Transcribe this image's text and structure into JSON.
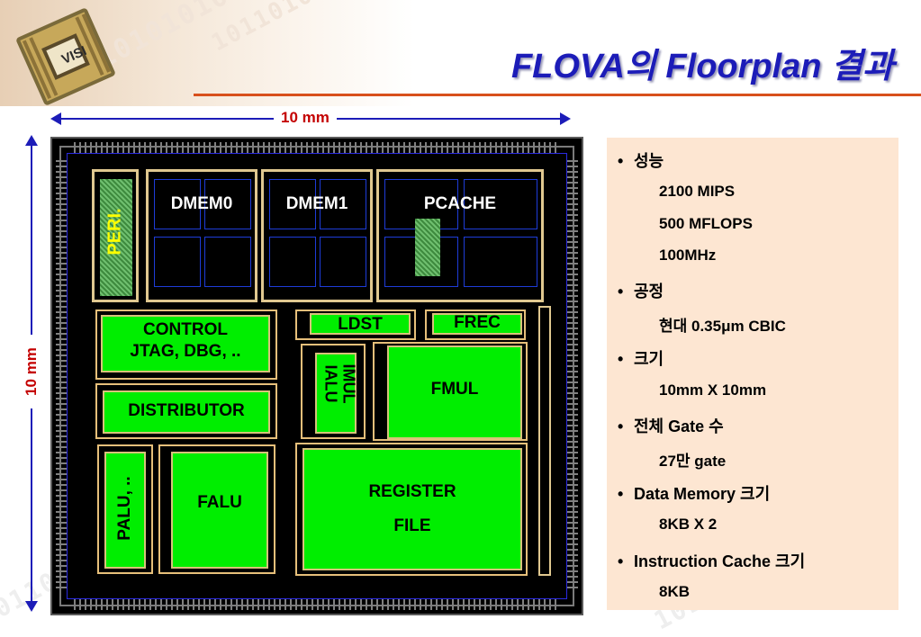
{
  "slide": {
    "title": "FLOVA의 Floorplan 결과",
    "logo_text": "VISI"
  },
  "dimensions": {
    "width_label": "10 mm",
    "height_label": "10 mm"
  },
  "floorplan_blocks": {
    "peri": "PERI.",
    "dmem0": "DMEM0",
    "dmem1": "DMEM1",
    "pcache": "PCACHE",
    "control_line1": "CONTROL",
    "control_line2": "JTAG, DBG, ..",
    "ldst": "LDST",
    "frec": "FREC",
    "ialu": "IALU",
    "imul": "IMUL",
    "fmul": "FMUL",
    "distributor": "DISTRIBUTOR",
    "palu": "PALU, ..",
    "falu": "FALU",
    "register_line1": "REGISTER",
    "register_line2": "FILE"
  },
  "specs": [
    {
      "label": "성능",
      "values": [
        "2100 MIPS",
        "500 MFLOPS",
        "100MHz"
      ]
    },
    {
      "label": "공정",
      "values": [
        "현대 0.35μm CBIC"
      ]
    },
    {
      "label": "크기",
      "values": [
        "10mm X 10mm"
      ]
    },
    {
      "label": "전체 Gate 수",
      "values": [
        "27만 gate"
      ]
    },
    {
      "label": "Data Memory 크기",
      "values": [
        "8KB X 2"
      ]
    },
    {
      "label": "Instruction Cache 크기",
      "values": [
        "8KB"
      ]
    }
  ],
  "colors": {
    "title": "#1c1cb8",
    "dimension_label": "#c40000",
    "block_green": "#00ee00",
    "panel_bg": "#fde6d2",
    "accent_line": "#d8501c"
  },
  "bullet_glyph": "•"
}
